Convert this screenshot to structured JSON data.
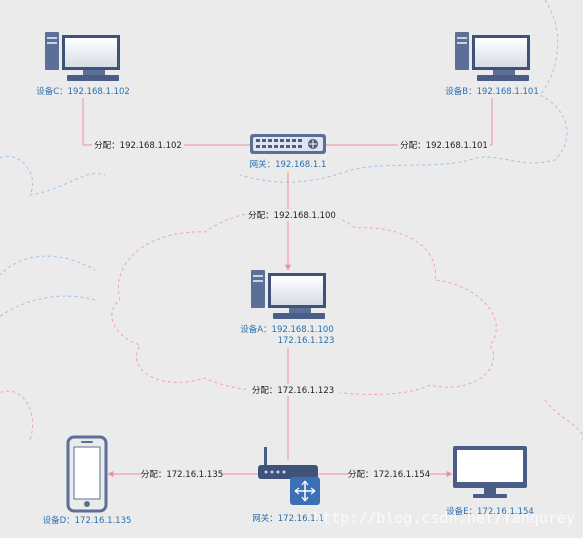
{
  "colors": {
    "background": "#ebebeb",
    "line": "#f08d9c",
    "cloud_dash": "#9fc3e6",
    "cloud_dash_lower": "#f0a3ae",
    "device_dark": "#4a5d86",
    "node_text": "#2a6fb0",
    "edge_text": "#222222"
  },
  "nodes": {
    "device_c": {
      "label": "设备C：192.168.1.102",
      "icon": "desktop-computer-icon"
    },
    "device_b": {
      "label": "设备B：192.168.1.101",
      "icon": "desktop-computer-icon"
    },
    "gateway_top": {
      "label": "网关：192.168.1.1",
      "icon": "network-switch-icon"
    },
    "device_a": {
      "label_line1": "设备A：192.168.1.100",
      "label_line2": "172.16.1.123",
      "icon": "desktop-computer-icon"
    },
    "device_d": {
      "label": "设备D：172.16.1.135",
      "icon": "smartphone-icon"
    },
    "gateway_bottom": {
      "label": "网关：172.16.1.1",
      "icon": "wireless-router-icon"
    },
    "device_e": {
      "label": "设备E：172.16.1.154",
      "icon": "monitor-icon"
    }
  },
  "edges": {
    "to_c": "分配：192.168.1.102",
    "to_b": "分配：192.168.1.101",
    "to_a": "分配：192.168.1.100",
    "to_bottom_gateway": "分配：172.16.1.123",
    "to_d": "分配：172.16.1.135",
    "to_e": "分配：172.16.1.154"
  },
  "watermark": "http://blog.csdn.net/fanqurey"
}
